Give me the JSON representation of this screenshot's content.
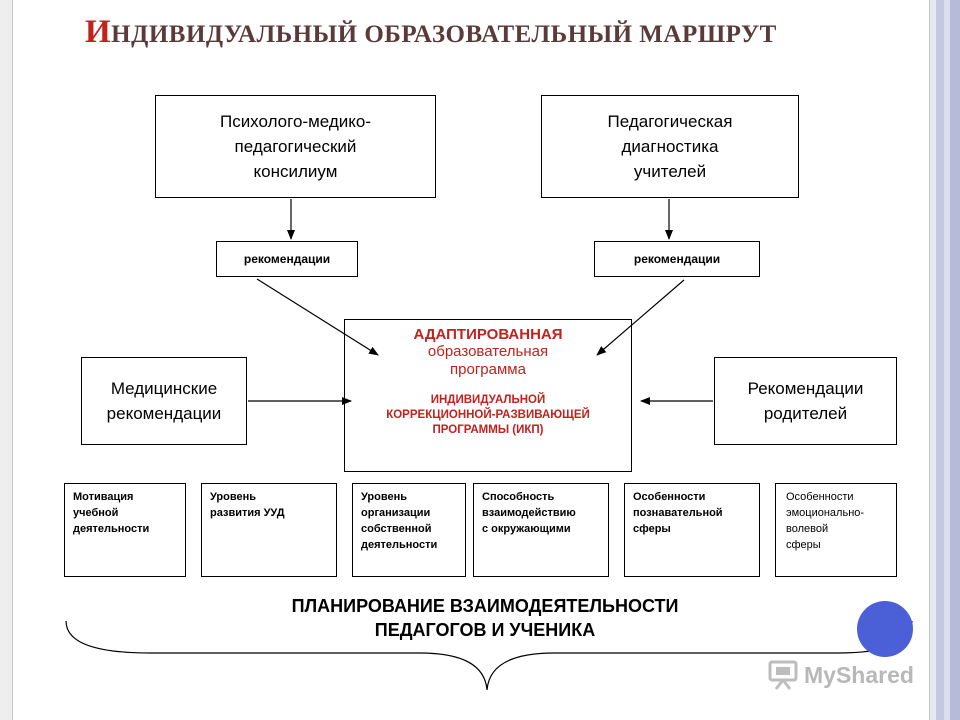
{
  "title": {
    "first_letter": "И",
    "rest": "НДИВИДУАЛЬНЫЙ ОБРАЗОВАТЕЛЬНЫЙ МАРШРУТ"
  },
  "top_boxes": {
    "pmpk": [
      "Психолого-медико-",
      "педагогический",
      "консилиум"
    ],
    "diagnostics": [
      "Педагогическая",
      "диагностика",
      "учителей"
    ]
  },
  "recommendations_label": "рекомендации",
  "medical": [
    "Медицинские",
    "рекомендации"
  ],
  "parents": [
    "Рекомендации",
    "родителей"
  ],
  "program": {
    "title": "АДАПТИРОВАННАЯ",
    "subtitle": [
      "образовательная",
      "программа"
    ],
    "note": [
      "ИНДИВИДУАЛЬНОЙ",
      "КОРРЕКЦИОННОЙ-РАЗВИВАЮЩЕЙ",
      "ПРОГРАММЫ (ИКП)"
    ]
  },
  "factors": [
    [
      "Мотивация",
      "учебной",
      "деятельности"
    ],
    [
      "Уровень",
      "развития УУД"
    ],
    [
      "Уровень",
      "организации",
      "собственной",
      "деятельности"
    ],
    [
      "Способность",
      "взаимодействию",
      "с окружающими"
    ],
    [
      "Особенности",
      "познавательной",
      "сферы"
    ],
    [
      "Особенности",
      "эмоционально-",
      "волевой",
      "сферы"
    ]
  ],
  "planning": [
    "ПЛАНИРОВАНИЕ  ВЗАИМОДЕЯТЕЛЬНОСТИ",
    "ПЕДАГОГОВ И УЧЕНИКА"
  ],
  "logo": {
    "text": "MyShared",
    "icon": "presentation-logo-icon"
  },
  "colors": {
    "accent_red": "#c0221e",
    "circle_blue": "#4b5fd6"
  }
}
